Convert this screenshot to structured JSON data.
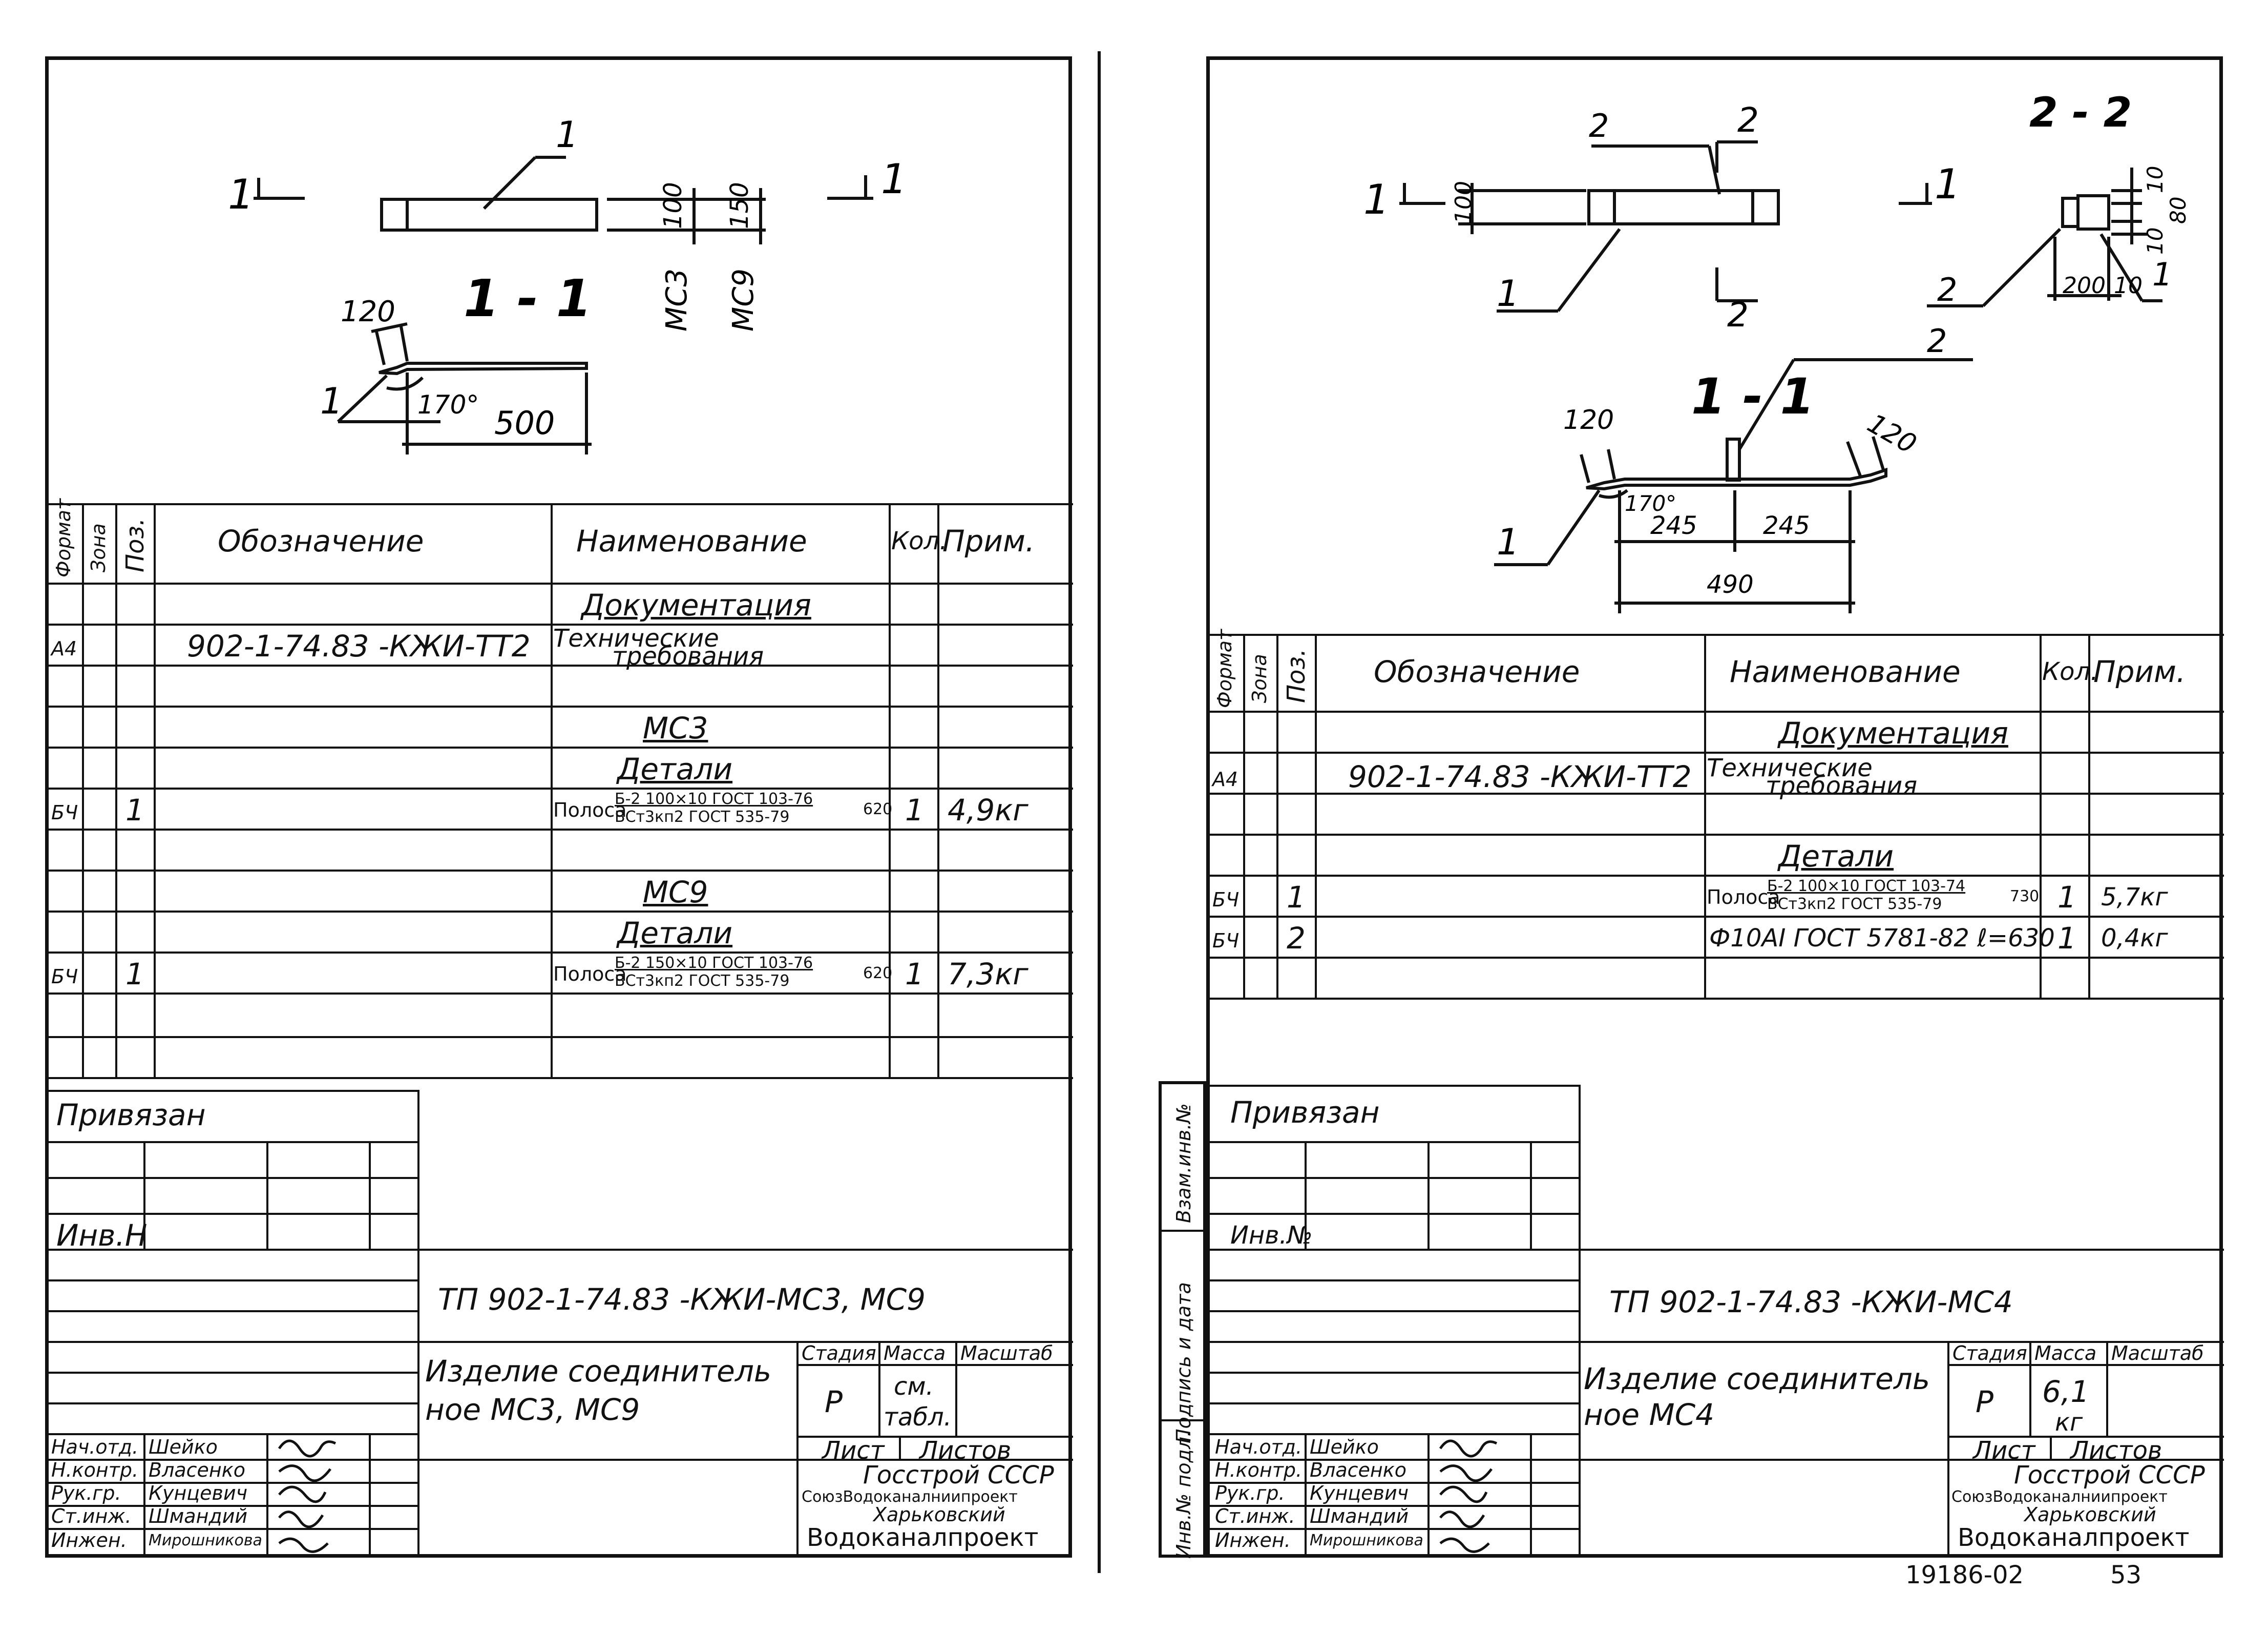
{
  "left": {
    "drawing": {
      "section_mark": "1",
      "pos_1": "1",
      "section_title": "1 - 1",
      "dim_120": "120",
      "dim_500": "500",
      "angle": "170°",
      "dim_100": "100",
      "dim_150": "150",
      "label_mc3": "МС3",
      "label_mc9": "МС9"
    },
    "spec_headers": {
      "format": "Формат",
      "zone": "Зона",
      "pos": "Поз.",
      "designation": "Обозначение",
      "name": "Наименование",
      "qty": "Кол.",
      "note": "Прим."
    },
    "rows": {
      "doc_header": "Документация",
      "doc_format": "А4",
      "doc_designation": "902-1-74.83 -КЖИ-ТТ2",
      "doc_name_1": "Технические",
      "doc_name_2": "требования",
      "mc3": "МС3",
      "details1": "Детали",
      "r1_format": "БЧ",
      "r1_pos": "1",
      "r1_name_main": "Полоса",
      "r1_name_top": "Б-2 100×10 ГОСТ 103-76",
      "r1_name_bottom": "ВСт3кп2 ГОСТ 535-79",
      "r1_len": "620",
      "r1_qty": "1",
      "r1_note": "4,9кг",
      "mc9": "МС9",
      "details2": "Детали",
      "r2_format": "БЧ",
      "r2_pos": "1",
      "r2_name_main": "Полоса",
      "r2_name_top": "Б-2 150×10 ГОСТ 103-76",
      "r2_name_bottom": "ВСт3кп2 ГОСТ 535-79",
      "r2_len": "620",
      "r2_qty": "1",
      "r2_note": "7,3кг"
    },
    "title_block": {
      "privyazan": "Привязан",
      "inv_n": "Инв.Н",
      "doc_code": "ТП 902-1-74.83 -КЖИ-МС3, МС9",
      "item_name_1": "Изделие соединитель",
      "item_name_2": "ное МС3, МС9",
      "stage_h": "Стадия",
      "mass_h": "Масса",
      "scale_h": "Масштаб",
      "stage": "Р",
      "mass_1": "см.",
      "mass_2": "табл.",
      "sheet_h": "Лист",
      "sheets_h": "Листов",
      "org_1": "Госстрой СССР",
      "org_2": "СоюзВодоканалниипроект",
      "org_3": "Харьковский",
      "org_4": "Водоканалпроект",
      "roles": [
        "Нач.отд.",
        "Н.контр.",
        "Рук.гр.",
        "Ст.инж.",
        "Инжен."
      ],
      "names": [
        "Шейко",
        "Власенко",
        "Кунцевич",
        "Шмандий",
        "Мирошникова"
      ]
    }
  },
  "right": {
    "drawing": {
      "section_mark": "1",
      "sec2": "2",
      "sec_title_22": "2 - 2",
      "pos_1": "1",
      "pos_2": "2",
      "section_title": "1 - 1",
      "dim_100": "100",
      "dim_120": "120",
      "dim_245a": "245",
      "dim_245b": "245",
      "dim_490": "490",
      "angle": "170°",
      "dim_10a": "10",
      "dim_10b": "10",
      "dim_80": "80",
      "dim_200": "200",
      "dim_10c": "10"
    },
    "spec_headers": {
      "format": "Формат",
      "zone": "Зона",
      "pos": "Поз.",
      "designation": "Обозначение",
      "name": "Наименование",
      "qty": "Кол.",
      "note": "Прим."
    },
    "rows": {
      "doc_header": "Документация",
      "doc_format": "А4",
      "doc_designation": "902-1-74.83 -КЖИ-ТТ2",
      "doc_name_1": "Технические",
      "doc_name_2": "требования",
      "details": "Детали",
      "r1_format": "БЧ",
      "r1_pos": "1",
      "r1_name_main": "Полоса",
      "r1_name_top": "Б-2 100×10 ГОСТ 103-74",
      "r1_name_bottom": "ВСт3кп2 ГОСТ 535-79",
      "r1_len": "730",
      "r1_qty": "1",
      "r1_note": "5,7кг",
      "r2_format": "БЧ",
      "r2_pos": "2",
      "r2_name": "Ф10АI ГОСТ 5781-82 ℓ=630",
      "r2_qty": "1",
      "r2_note": "0,4кг"
    },
    "side_labels": {
      "vzam": "Взам.инв.№",
      "podpis": "Подпись и дата",
      "inv_podl": "Инв.№ подл."
    },
    "title_block": {
      "privyazan": "Привязан",
      "inv_n": "Инв.№",
      "doc_code": "ТП 902-1-74.83 -КЖИ-МС4",
      "item_name_1": "Изделие соединитель",
      "item_name_2": "ное МС4",
      "stage_h": "Стадия",
      "mass_h": "Масса",
      "scale_h": "Масштаб",
      "stage": "Р",
      "mass_1": "6,1",
      "mass_2": "кг",
      "sheet_h": "Лист",
      "sheets_h": "Листов",
      "org_1": "Госстрой СССР",
      "org_2": "СоюзВодоканалниипроект",
      "org_3": "Харьковский",
      "org_4": "Водоканалпроект",
      "roles": [
        "Нач.отд.",
        "Н.контр.",
        "Рук.гр.",
        "Ст.инж.",
        "Инжен."
      ],
      "names": [
        "Шейко",
        "Власенко",
        "Кунцевич",
        "Шмандий",
        "Мирошникова"
      ]
    },
    "footer_code": "19186-02",
    "page_number": "53"
  }
}
